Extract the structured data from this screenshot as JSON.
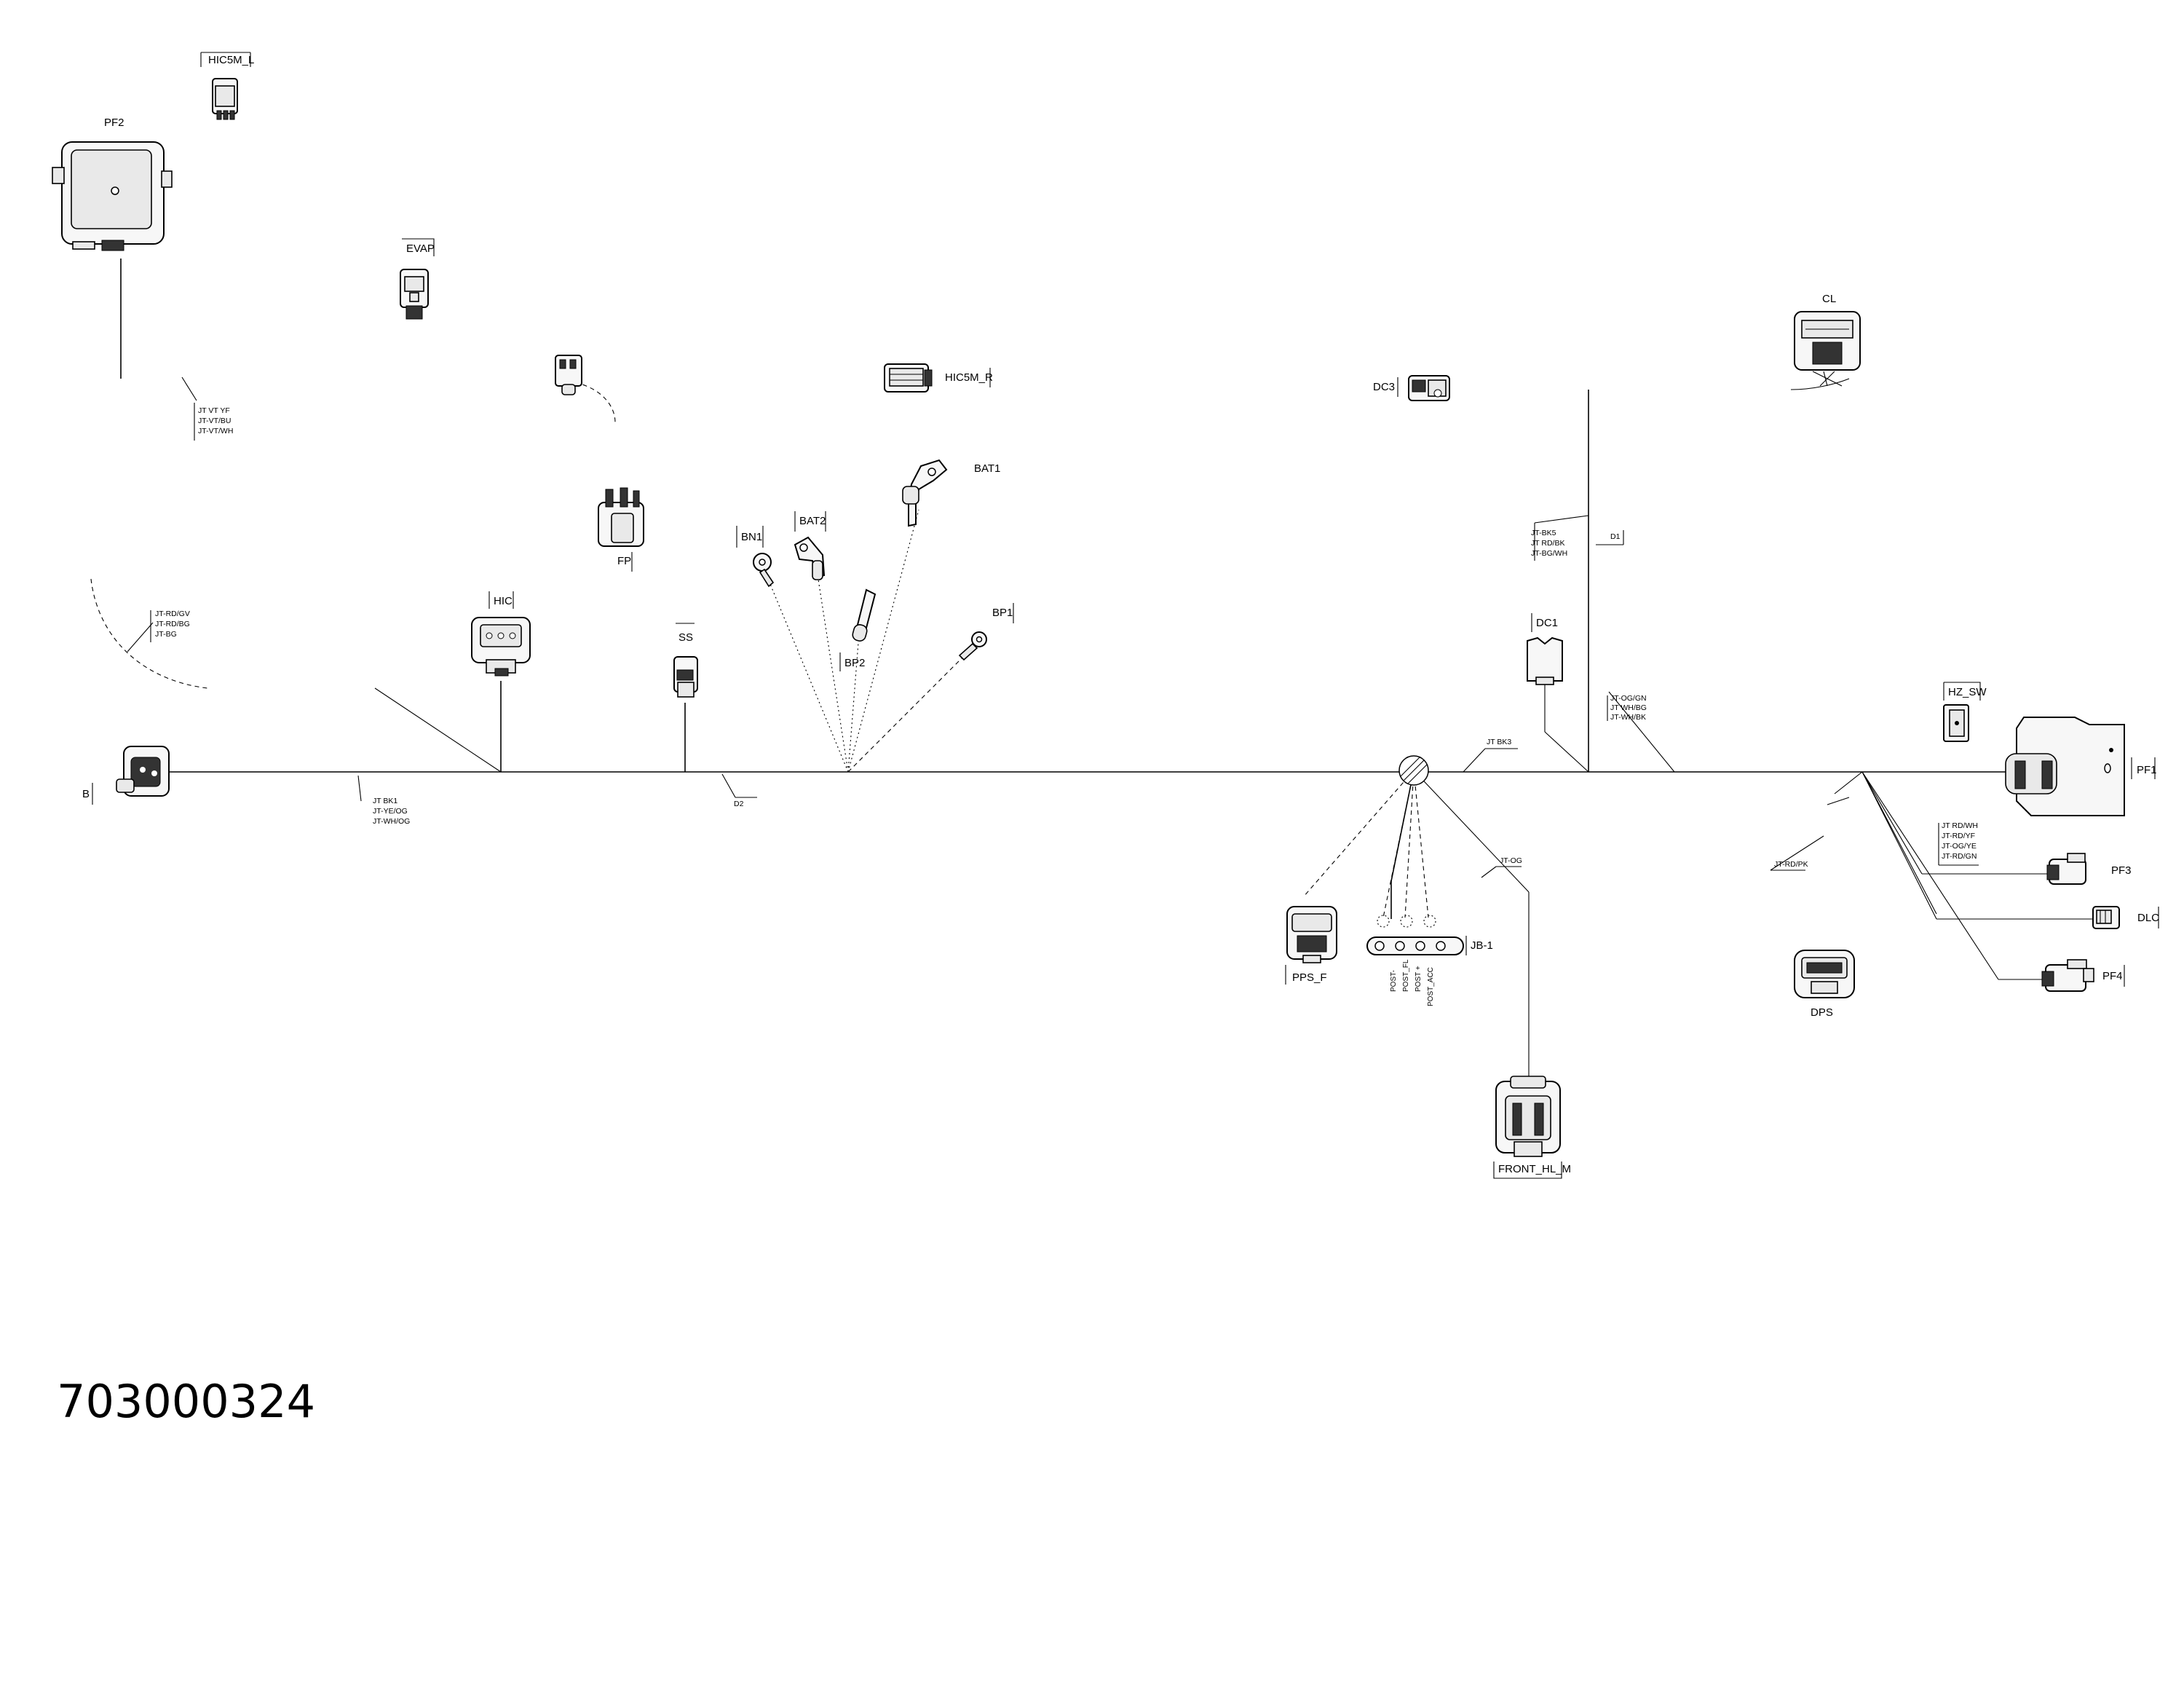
{
  "part_number": "703000324",
  "connectors": {
    "HIC5M_L": "HIC5M_L",
    "PF2": "PF2",
    "EVAP": "EVAP",
    "HIC5M_R": "HIC5M_R",
    "BAT1": "BAT1",
    "BAT2": "BAT2",
    "BN1": "BN1",
    "FP": "FP",
    "HIC": "HIC",
    "SS": "SS",
    "BP1": "BP1",
    "BP2": "BP2",
    "B": "B",
    "D2": "D2",
    "DC3": "DC3",
    "CL": "CL",
    "D1": "D1",
    "DC1": "DC1",
    "HZ_SW": "HZ_SW",
    "PF1": "PF1",
    "PF3": "PF3",
    "DLC": "DLC",
    "PF4": "PF4",
    "DPS": "DPS",
    "PPS_F": "PPS_F",
    "JB_1": "JB-1",
    "FRONT_HL_M": "FRONT_HL_M"
  },
  "posts": {
    "post_1": "POST-",
    "post_2": "POST_FL",
    "post_3": "POST +",
    "post_4": "POST_ACC"
  },
  "wire_labels": {
    "pf2_branch": [
      "JT VT YF",
      "JT-VT/BU",
      "JT-VT/WH"
    ],
    "arc_branch": [
      "JT-RD/GV",
      "JT-RD/BG",
      "JT-BG"
    ],
    "main_b": [
      "JT BK1",
      "JT-YE/OG",
      "JT-WH/OG"
    ],
    "d1_branch": [
      "JT-BK5",
      "JT RD/BK",
      "JT-BG/WH"
    ],
    "jt_bk3": "JT BK3",
    "hz_branch": [
      "JT-OG/GN",
      "JT WH/BG",
      "JT-WH/BK"
    ],
    "jt_og": "JT-OG",
    "jt_rd_pk": "JT-RD/PK",
    "pf1_branch": [
      "JT RD/WH",
      "JT-RD/YF",
      "JT-OG/YE",
      "JT-RD/GN"
    ]
  }
}
